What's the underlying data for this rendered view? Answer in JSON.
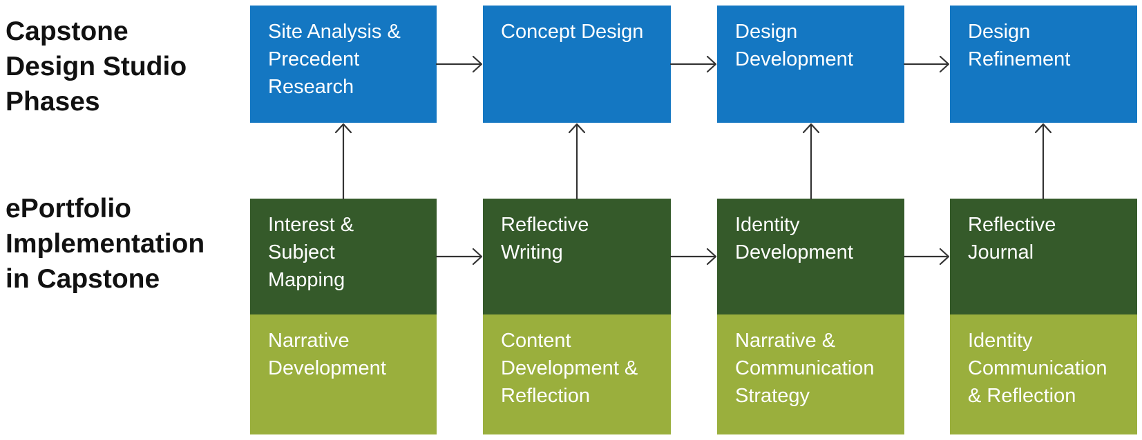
{
  "row_labels": {
    "phases": [
      "Capstone",
      "Design Studio",
      "Phases"
    ],
    "eportfolio": [
      "ePortfolio",
      "Implementation",
      "in Capstone"
    ]
  },
  "phases": [
    {
      "lines": [
        "Site Analysis &",
        "Precedent",
        "Research"
      ]
    },
    {
      "lines": [
        "Concept Design"
      ]
    },
    {
      "lines": [
        "Design",
        "Development"
      ]
    },
    {
      "lines": [
        "Design",
        "Refinement"
      ]
    }
  ],
  "eportfolio_steps": [
    {
      "top": [
        "Interest &",
        "Subject",
        "Mapping"
      ],
      "bottom": [
        "Narrative",
        "Development"
      ]
    },
    {
      "top": [
        "Reflective",
        "Writing"
      ],
      "bottom": [
        "Content",
        "Development &",
        "Reflection"
      ]
    },
    {
      "top": [
        "Identity",
        "Development"
      ],
      "bottom": [
        "Narrative &",
        "Communication",
        "Strategy"
      ]
    },
    {
      "top": [
        "Reflective",
        "Journal"
      ],
      "bottom": [
        "Identity",
        "Communication",
        "& Reflection"
      ]
    }
  ],
  "colors": {
    "phase_box": "#1477c2",
    "eportfolio_top": "#355a2a",
    "eportfolio_bottom": "#9aaf3d",
    "arrow": "#333333"
  }
}
